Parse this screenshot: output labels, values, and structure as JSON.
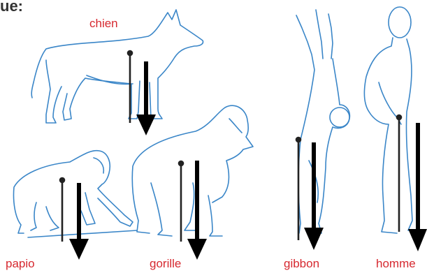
{
  "header_fragment": "ue:",
  "colors": {
    "outline": "#3a86c8",
    "label": "#d6282f",
    "weight_line": "#222222",
    "arrow": "#000000"
  },
  "animals": [
    {
      "id": "chien",
      "label": "chien"
    },
    {
      "id": "papio",
      "label": "papio"
    },
    {
      "id": "gorille",
      "label": "gorille"
    },
    {
      "id": "gibbon",
      "label": "gibbon"
    },
    {
      "id": "homme",
      "label": "homme"
    }
  ]
}
